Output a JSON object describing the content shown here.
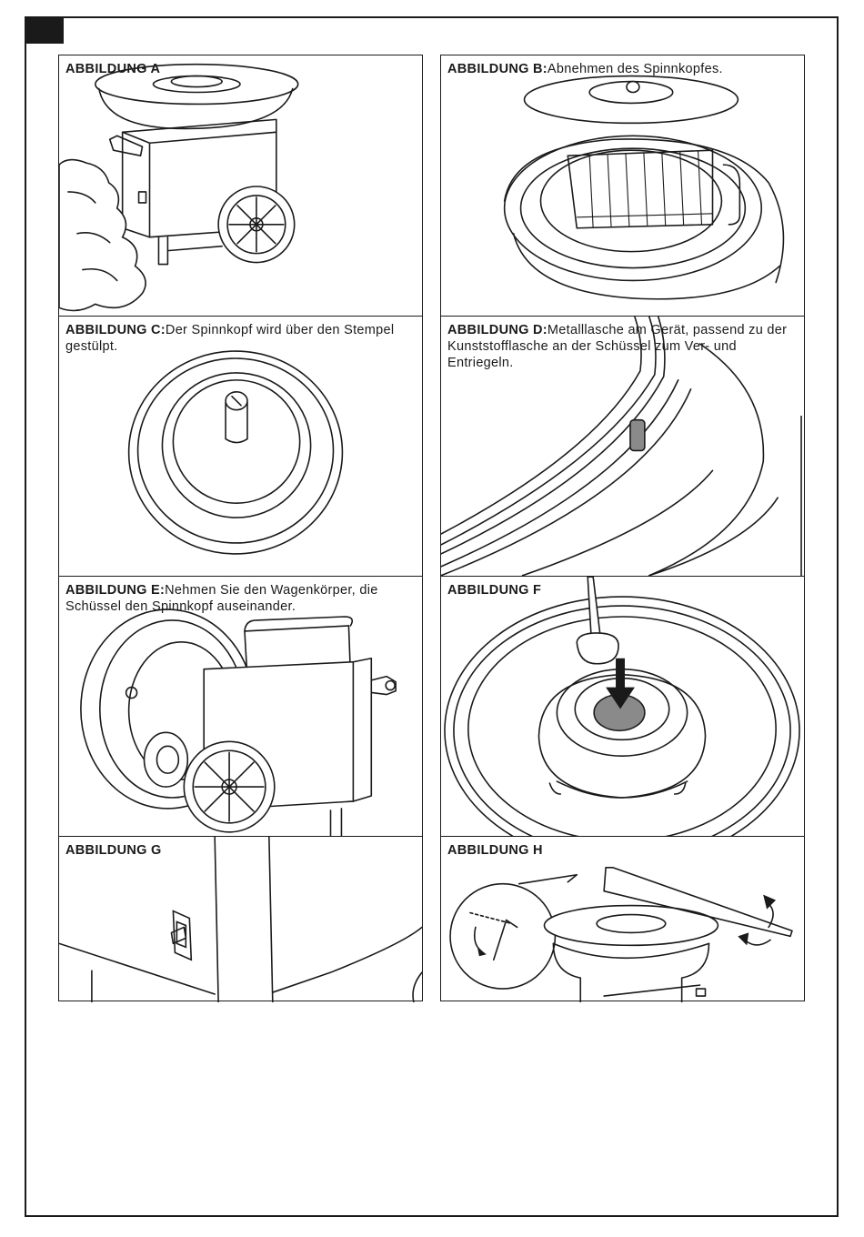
{
  "figures": [
    {
      "id": "A",
      "label": "ABBILDUNG A",
      "text": ""
    },
    {
      "id": "B",
      "label": "ABBILDUNG B:",
      "text": "Abnehmen des Spinnkopfes."
    },
    {
      "id": "C",
      "label": "ABBILDUNG C:",
      "text": "Der Spinnkopf wird über den Stempel gestülpt."
    },
    {
      "id": "D",
      "label": "ABBILDUNG D:",
      "text": "Metalllasche am Gerät, passend zu der Kunststofflasche an der Schüssel zum Ver- und Entriegeln."
    },
    {
      "id": "E",
      "label": "ABBILDUNG E:",
      "text": "Nehmen Sie den Wagenkörper, die Schüssel den Spinnkopf auseinander."
    },
    {
      "id": "F",
      "label": "ABBILDUNG F",
      "text": ""
    },
    {
      "id": "G",
      "label": "ABBILDUNG G",
      "text": ""
    },
    {
      "id": "H",
      "label": "ABBILDUNG H",
      "text": ""
    }
  ],
  "colors": {
    "ink": "#1a1a1a",
    "paper": "#ffffff",
    "fill_gray": "#8a8a8a"
  }
}
